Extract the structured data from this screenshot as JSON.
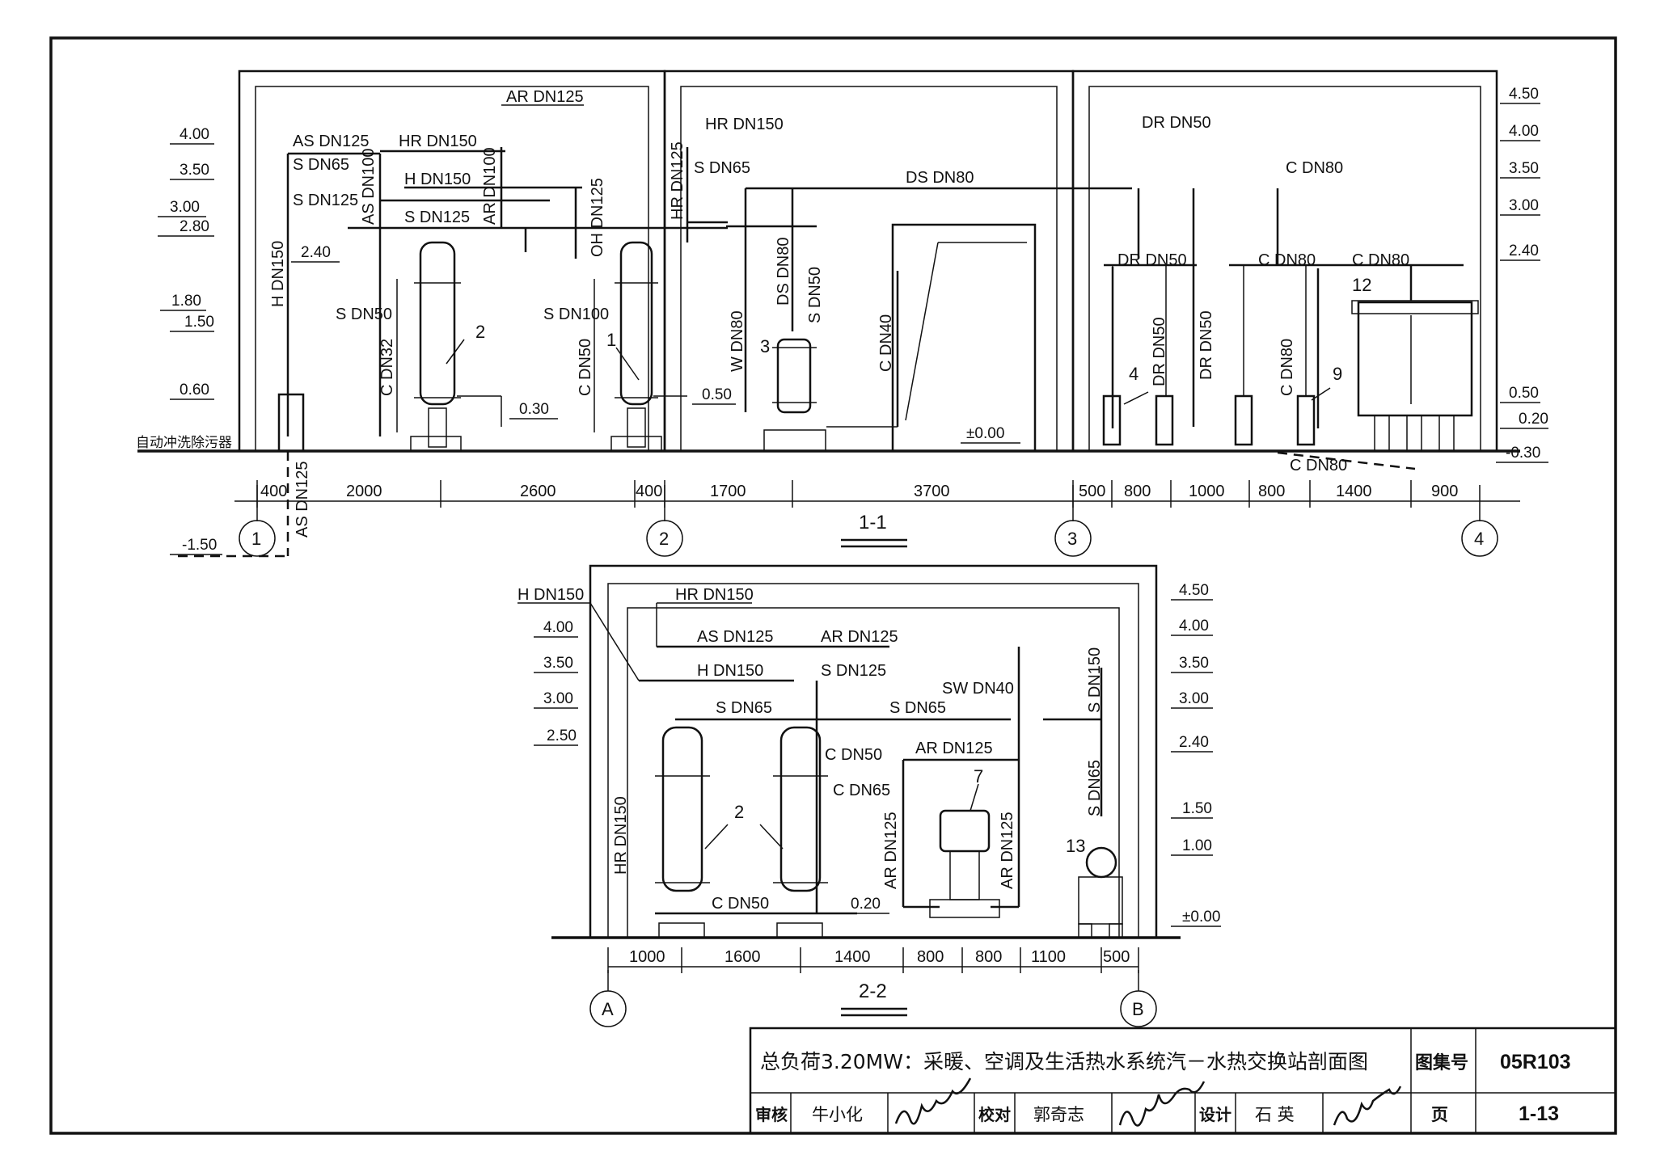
{
  "section_1": {
    "title": "1-1",
    "pipe_labels": {
      "ar_dn125_top": "AR DN125",
      "as_dn125": "AS DN125",
      "hr_dn150_a": "HR DN150",
      "s_dn65_a": "S DN65",
      "as_dn100": "AS DN100",
      "h_dn150": "H DN150",
      "ar_dn100": "AR DN100",
      "s_dn125_a": "S DN125",
      "s_dn125_b": "S DN125",
      "h_dn150_v": "H DN150",
      "s_dn50": "S DN50",
      "c_dn32": "C DN32",
      "s_dn100": "S DN100",
      "c_dn50_a": "C DN50",
      "oh_dn125": "OH DN125",
      "hr_dn150_b": "HR DN150",
      "hr_dn125": "HR DN125",
      "s_dn65_b": "S DN65",
      "ds_dn80_h": "DS DN80",
      "ds_dn80_v": "DS DN80",
      "s_dn50_v": "S DN50",
      "w_dn80": "W DN80",
      "c_dn40": "C DN40",
      "dr_dn50_top": "DR DN50",
      "dr_dn50_h": "DR DN50",
      "c_dn80_top": "C DN80",
      "c_dn80_h1": "C DN80",
      "c_dn80_h2": "C DN80",
      "dr_dn50_v1": "DR DN50",
      "dr_dn50_v2": "DR DN50",
      "c_dn80_v": "C DN80",
      "c_dn80_bottom": "C DN80",
      "as_dn125_bottom": "AS DN125"
    },
    "auto_flush": "自动冲洗除污器",
    "marks": [
      "2",
      "1",
      "3",
      "4",
      "9",
      "12"
    ],
    "levels_left": [
      "4.00",
      "3.50",
      "3.00",
      "2.80",
      "2.40",
      "1.80",
      "1.50",
      "0.60",
      "-1.50"
    ],
    "levels_inner": [
      "0.30",
      "0.50",
      "±0.00"
    ],
    "levels_right": [
      "4.50",
      "4.00",
      "3.50",
      "3.00",
      "2.40",
      "0.50",
      "0.20",
      "-0.30"
    ],
    "dimensions": [
      "400",
      "2000",
      "2600",
      "400",
      "1700",
      "3700",
      "500",
      "800",
      "1000",
      "800",
      "1400",
      "900"
    ],
    "axes": [
      "1",
      "2",
      "3",
      "4"
    ]
  },
  "section_2": {
    "title": "2-2",
    "pipe_labels": {
      "h_dn150": "H DN150",
      "hr_dn150_top": "HR DN150",
      "as_dn125": "AS DN125",
      "ar_dn125_top": "AR DN125",
      "h_dn150_h": "H DN150",
      "s_dn125": "S DN125",
      "s_dn65_h": "S DN65",
      "s_dn65_b": "S DN65",
      "sw_dn40": "SW DN40",
      "s_dn150": "S DN150",
      "ar_dn125_mid": "AR DN125",
      "c_dn50": "C DN50",
      "c_dn65": "C DN65",
      "ar_dn125_v1": "AR DN125",
      "ar_dn125_v2": "AR DN125",
      "s_dn65_v": "S DN65",
      "hr_dn150_v": "HR DN150",
      "c_dn50_bottom": "C DN50"
    },
    "marks": [
      "2",
      "7",
      "13"
    ],
    "levels_left": [
      "4.00",
      "3.50",
      "3.00",
      "2.50"
    ],
    "level_inner": "0.20",
    "levels_right": [
      "4.50",
      "4.00",
      "3.50",
      "3.00",
      "2.40",
      "1.50",
      "1.00",
      "±0.00"
    ],
    "dimensions": [
      "1000",
      "1600",
      "1400",
      "800",
      "800",
      "1100",
      "500"
    ],
    "axes": [
      "A",
      "B"
    ]
  },
  "title_block": {
    "title": "总负荷3.20MW：采暖、空调及生活热水系统汽－水热交换站剖面图",
    "atlas_label": "图集号",
    "atlas_no": "05R103",
    "review_label": "审核",
    "reviewer": "牛小化",
    "check_label": "校对",
    "checker": "郭奇志",
    "design_label": "设计",
    "designer": "石 英",
    "page_label": "页",
    "page_no": "1-13"
  }
}
